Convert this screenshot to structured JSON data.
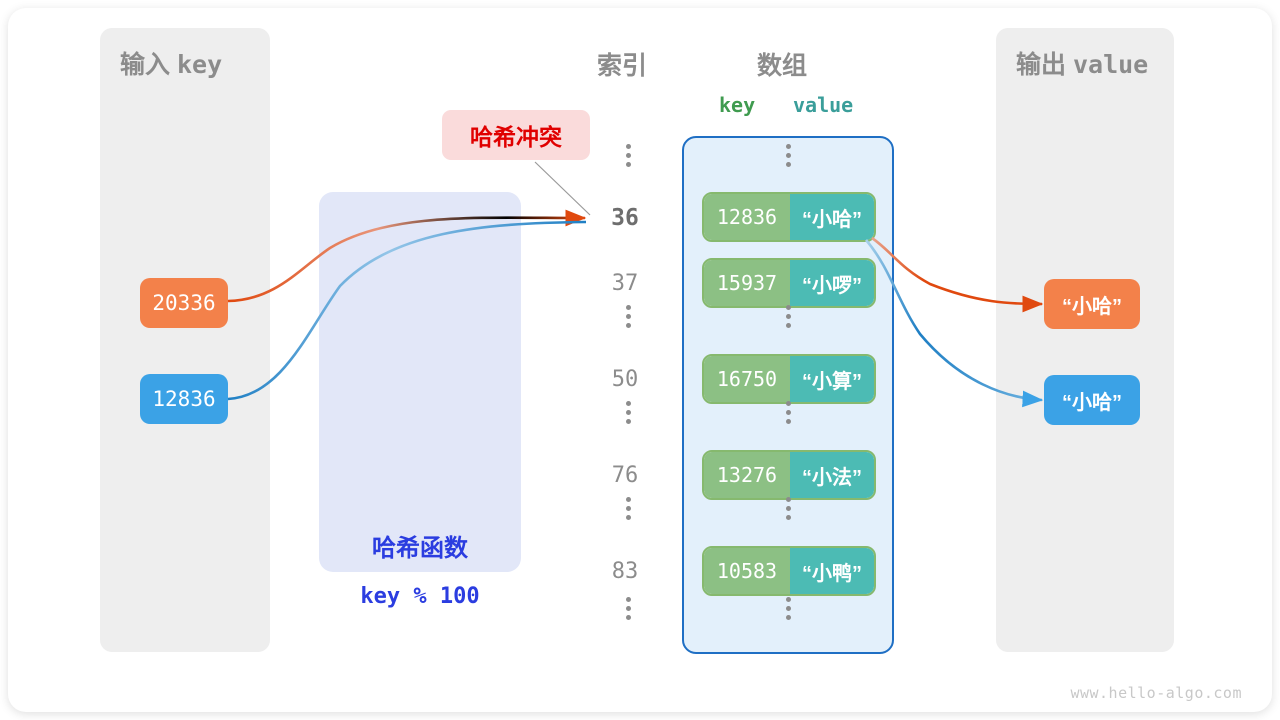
{
  "watermark": "www.hello-algo.com",
  "panels": {
    "input": {
      "title_cn": "输入",
      "title_mono": "key"
    },
    "output": {
      "title_cn": "输出",
      "title_mono": "value"
    }
  },
  "headings": {
    "index": "索引",
    "array": "数组",
    "key": "key",
    "value": "value"
  },
  "badge": {
    "label": "哈希冲突"
  },
  "hash_function": {
    "title": "哈希函数",
    "expression": "key % 100"
  },
  "input_keys": [
    {
      "value": "20336",
      "color": "#f3814a"
    },
    {
      "value": "12836",
      "color": "#3ba2e6"
    }
  ],
  "output_values": [
    {
      "value": "“小哈”",
      "color": "#f3814a"
    },
    {
      "value": "“小哈”",
      "color": "#3ba2e6"
    }
  ],
  "array_rows": [
    {
      "kind": "dots"
    },
    {
      "kind": "entry",
      "index": "36",
      "highlight": true,
      "key": "12836",
      "value": "“小哈”"
    },
    {
      "kind": "entry",
      "index": "37",
      "highlight": false,
      "key": "15937",
      "value": "“小啰”"
    },
    {
      "kind": "dots"
    },
    {
      "kind": "entry",
      "index": "50",
      "highlight": false,
      "key": "16750",
      "value": "“小算”"
    },
    {
      "kind": "dots"
    },
    {
      "kind": "entry",
      "index": "76",
      "highlight": false,
      "key": "13276",
      "value": "“小法”"
    },
    {
      "kind": "dots"
    },
    {
      "kind": "entry",
      "index": "83",
      "highlight": false,
      "key": "10583",
      "value": "“小鸭”"
    },
    {
      "kind": "dots"
    }
  ],
  "colors": {
    "key_cell": "#8cc084",
    "value_cell": "#4cbbb4",
    "array_border": "#1f6fc4",
    "array_fill": "#e3f0fb",
    "hash_fill": "#e2e7f8",
    "hash_text": "#2b3de0",
    "panel_fill": "#eeeeee",
    "badge_fill": "#fadbdb",
    "badge_text": "#e00000",
    "orange": "#f3814a",
    "orange_arrow": "#e0490f",
    "blue": "#3ba2e6",
    "blue_arrow": "#1f7fc4"
  }
}
